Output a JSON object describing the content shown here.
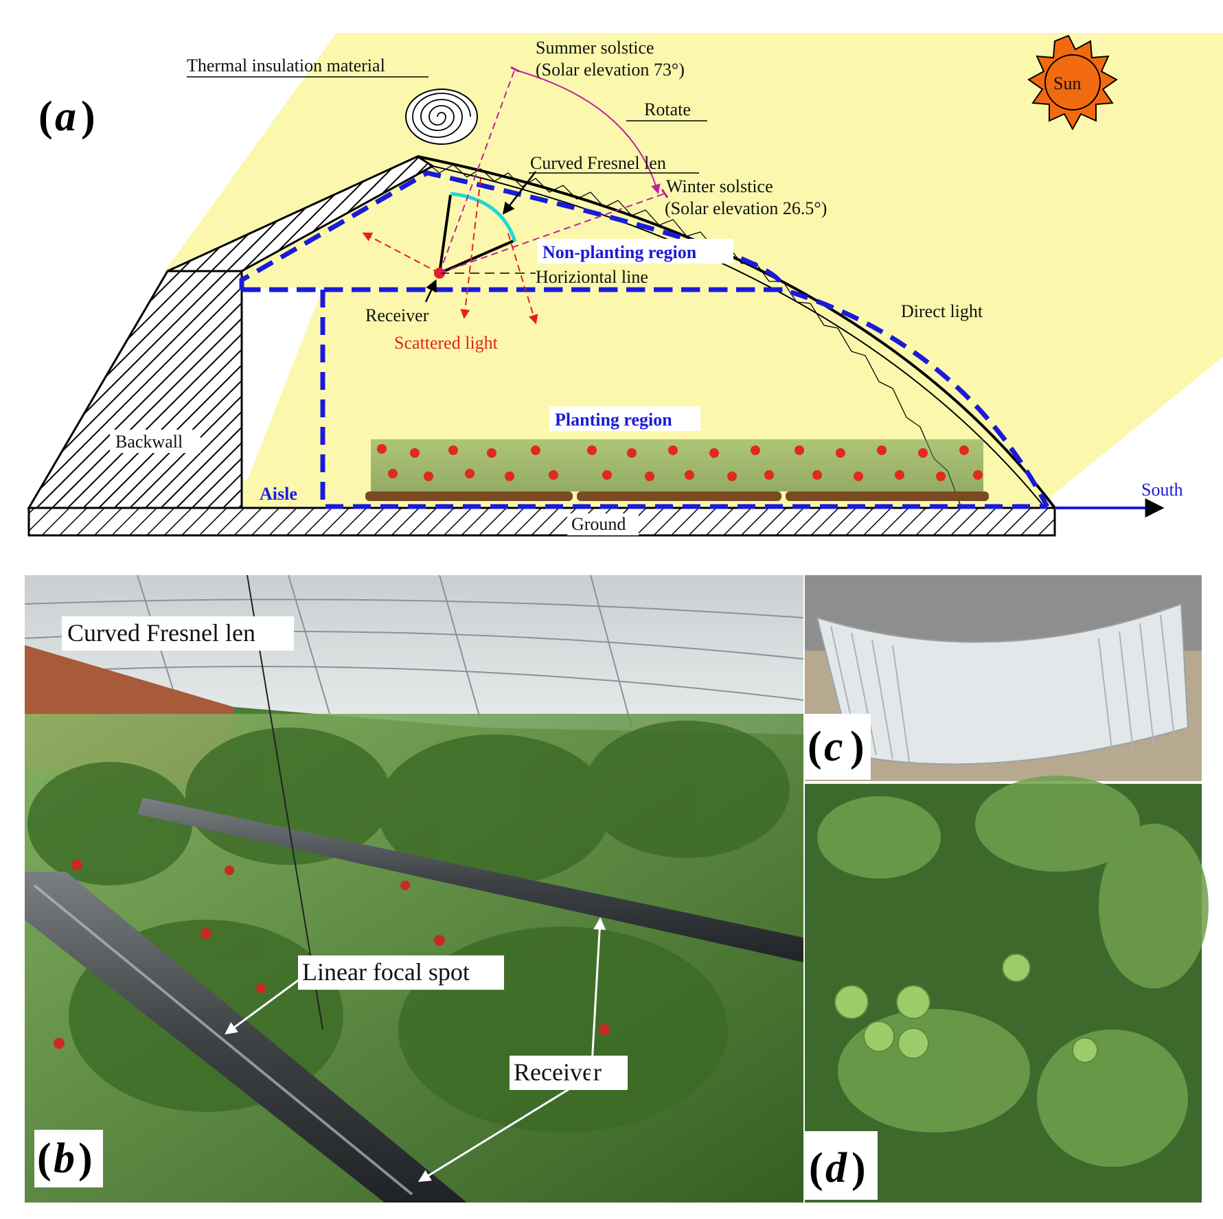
{
  "panels": {
    "a": "a",
    "b": "b",
    "c": "c",
    "d": "d"
  },
  "diagram_a": {
    "thermal_insulation": "Thermal insulation material",
    "summer_solstice": "Summer solstice",
    "summer_elevation": "(Solar elevation 73°)",
    "rotate": "Rotate",
    "curved_fresnel": "Curved Fresnel len",
    "winter_solstice": "Winter solstice",
    "winter_elevation": "(Solar elevation 26.5°)",
    "non_planting": "Non-planting region",
    "horizontal_line": "Horiziontal line",
    "receiver": "Receiver",
    "scattered_light": "Scattered light",
    "direct_light": "Direct light",
    "planting_region": "Planting region",
    "backwall": "Backwall",
    "aisle": "Aisle",
    "ground": "Ground",
    "south": "South",
    "sun": "Sun"
  },
  "photo_b": {
    "curved_fresnel": "Curved Fresnel len",
    "linear_focal_spot": "Linear focal spot",
    "receiver": "Receiver"
  },
  "colors": {
    "sky_yellow": "#fbf8ad",
    "dashed_blue": "#1a1adb",
    "scatter_red": "#e5201f",
    "magenta": "#c020a0",
    "lens_cyan": "#1cd8d8",
    "sun_orange": "#f26a10"
  }
}
